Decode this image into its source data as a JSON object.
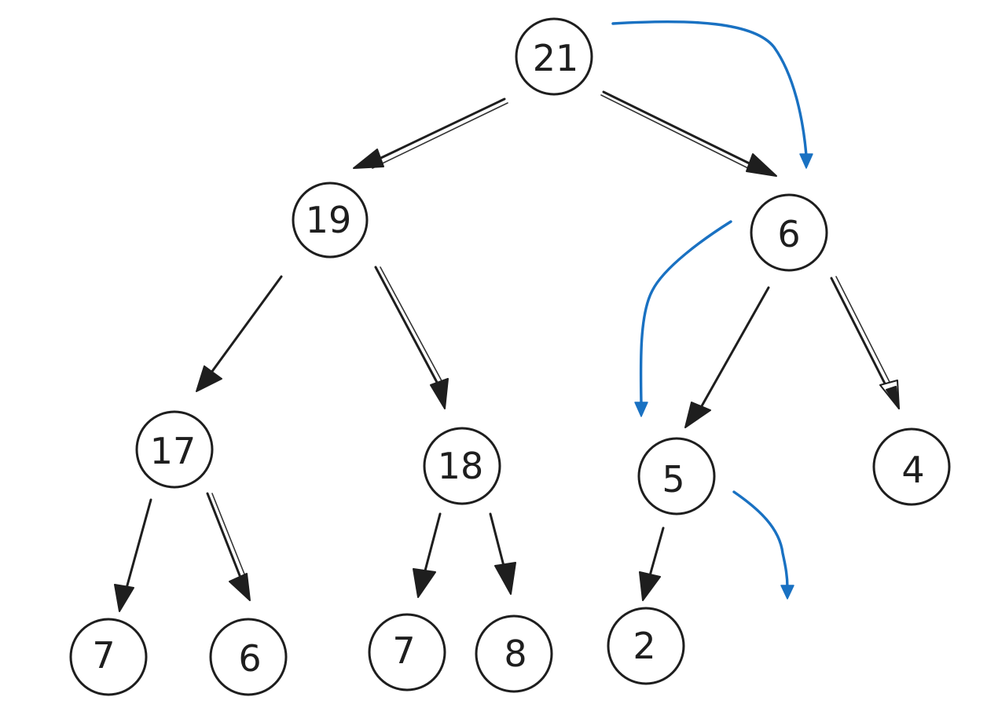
{
  "nodes": {
    "root": {
      "value": "21"
    },
    "n19": {
      "value": "19"
    },
    "n6": {
      "value": "6"
    },
    "n17": {
      "value": "17"
    },
    "n18": {
      "value": "18"
    },
    "n5": {
      "value": "5"
    },
    "n4": {
      "value": "4"
    },
    "n7a": {
      "value": "7"
    },
    "n6b": {
      "value": "6"
    },
    "n7b": {
      "value": "7"
    },
    "n8": {
      "value": "8"
    },
    "n2": {
      "value": "2"
    }
  },
  "colors": {
    "ink": "#1e1e1e",
    "trace": "#1971c2",
    "background": "#ffffff"
  }
}
